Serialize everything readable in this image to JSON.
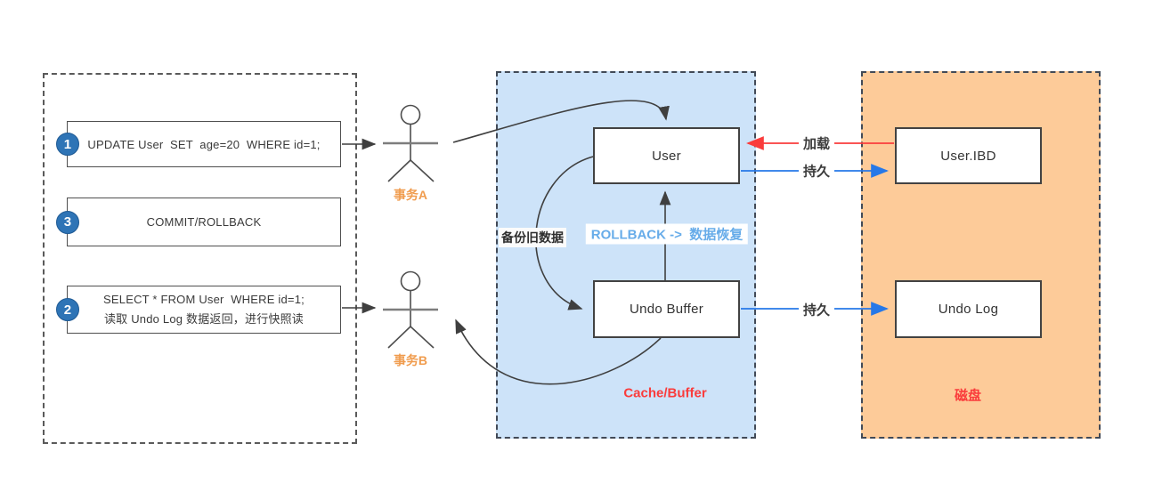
{
  "statements": [
    {
      "badge": "1",
      "lines": [
        "UPDATE User  SET  age=20  WHERE id=1;"
      ]
    },
    {
      "badge": "3",
      "lines": [
        "COMMIT/ROLLBACK"
      ]
    },
    {
      "badge": "2",
      "lines": [
        "SELECT * FROM User  WHERE id=1;",
        "读取 Undo Log 数据返回，进行快照读"
      ]
    }
  ],
  "actors": {
    "a": "事务A",
    "b": "事务B"
  },
  "cache_region": {
    "title": "Cache/Buffer",
    "nodes": {
      "user": "User",
      "undo_buffer": "Undo Buffer"
    },
    "annotations": {
      "backup": "备份旧数据",
      "rollback": "ROLLBACK ->  数据恢复"
    }
  },
  "disk_region": {
    "title": "磁盘",
    "nodes": {
      "user_ibd": "User.IBD",
      "undo_log": "Undo Log"
    }
  },
  "edge_labels": {
    "load": "加载",
    "persist_user": "持久",
    "persist_undo": "持久"
  },
  "colors": {
    "cache_region_fill": "#CDE3F9",
    "disk_region_fill": "#FDCB99",
    "region_title_red": "#FA3C3C",
    "load_arrow_red": "#FA3C3C",
    "persist_arrow_blue": "#2678E8",
    "rollback_text_blue": "#67ACE9",
    "actor_label_orange": "#F09C4E",
    "badge_blue": "#2E74B6",
    "connector_dark": "#3f3f3f"
  }
}
